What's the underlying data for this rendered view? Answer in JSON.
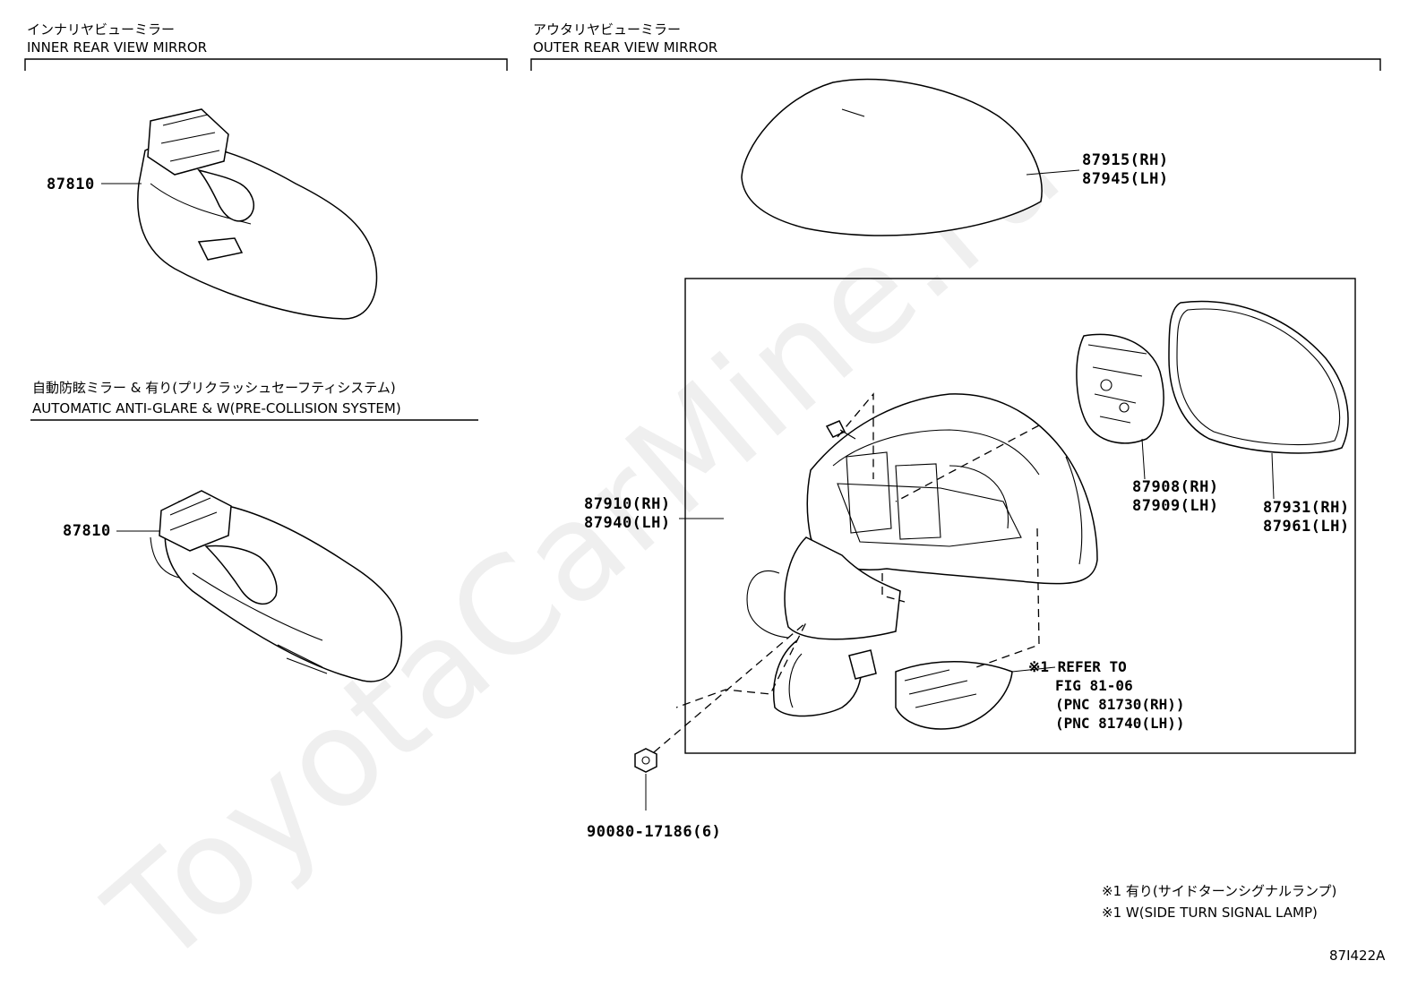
{
  "watermark": "ToyotaCarMine.ru",
  "inner": {
    "title_jp": "インナリヤビューミラー",
    "title_en": "INNER REAR VIEW MIRROR",
    "part1": "87810",
    "sub_jp": "自動防眩ミラー & 有り(プリクラッシュセーフティシステム)",
    "sub_en": "AUTOMATIC ANTI-GLARE & W(PRE-COLLISION SYSTEM)",
    "part2": "87810"
  },
  "outer": {
    "title_jp": "アウタリヤビューミラー",
    "title_en": "OUTER REAR VIEW MIRROR",
    "cover_rh": "87915(RH)",
    "cover_lh": "87945(LH)",
    "assy_rh": "87910(RH)",
    "assy_lh": "87940(LH)",
    "motor_rh": "87908(RH)",
    "motor_lh": "87909(LH)",
    "glass_rh": "87931(RH)",
    "glass_lh": "87961(LH)",
    "ref_1": "※1 REFER TO",
    "ref_2": "FIG 81-06",
    "ref_3": "(PNC 81730(RH))",
    "ref_4": "(PNC 81740(LH))",
    "nut": "90080-17186(6)"
  },
  "notes": {
    "jp": "※1 有り(サイドターンシグナルランプ)",
    "en": "※1 W(SIDE TURN SIGNAL LAMP)"
  },
  "code": "87I422A"
}
